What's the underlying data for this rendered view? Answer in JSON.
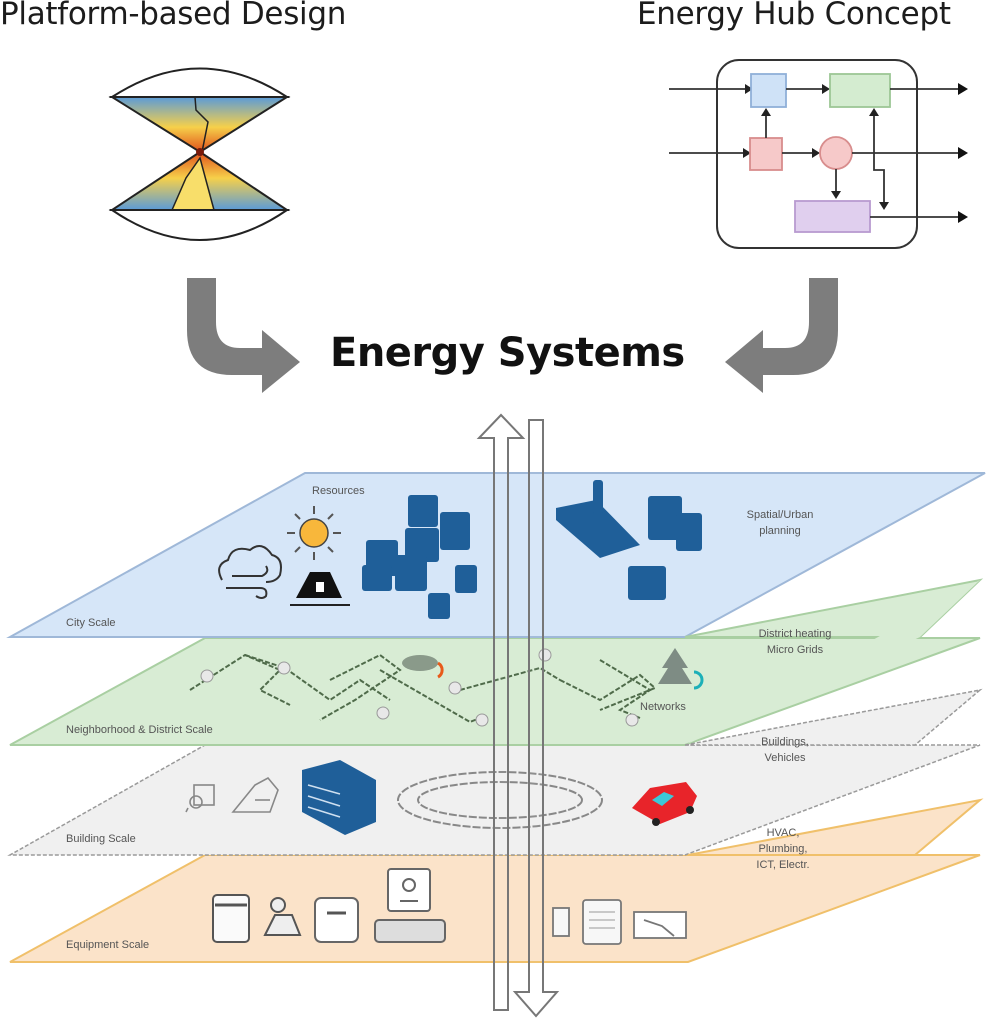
{
  "top_left": {
    "title": "Platform-based Design",
    "icon": "hourglass-cones-icon"
  },
  "top_right": {
    "title": "Energy Hub Concept",
    "icon": "energy-hub-block-diagram-icon",
    "colors": {
      "blue_box": "#cfe2f7",
      "green_box": "#d4ecd0",
      "red_box": "#f6c9c9",
      "purple_box": "#e0cfee"
    }
  },
  "center": {
    "title": "Energy Systems"
  },
  "layers": [
    {
      "name": "City Scale",
      "side_label": [
        "Spatial/Urban",
        "planning"
      ],
      "extra_label": "Resources",
      "color": "#d6e6f8",
      "stroke": "#9fb8d8"
    },
    {
      "name": "Neighborhood & District Scale",
      "side_label": [
        "District heating",
        "Micro Grids"
      ],
      "extra_label": "Networks",
      "color": "#d8ecd4",
      "stroke": "#a9cfa2"
    },
    {
      "name": "Building Scale",
      "side_label": [
        "Buildings,",
        "Vehicles"
      ],
      "color": "#f0f0f0",
      "stroke": "#9a9a9a"
    },
    {
      "name": "Equipment Scale",
      "side_label": [
        "HVAC,",
        "Plumbing,",
        "ICT, Electr."
      ],
      "color": "#fbe3c9",
      "stroke": "#f0c06a"
    }
  ],
  "colors": {
    "arrow_gray": "#7d7d7d",
    "building_blue": "#1f5f99",
    "car_red": "#e8242a"
  }
}
